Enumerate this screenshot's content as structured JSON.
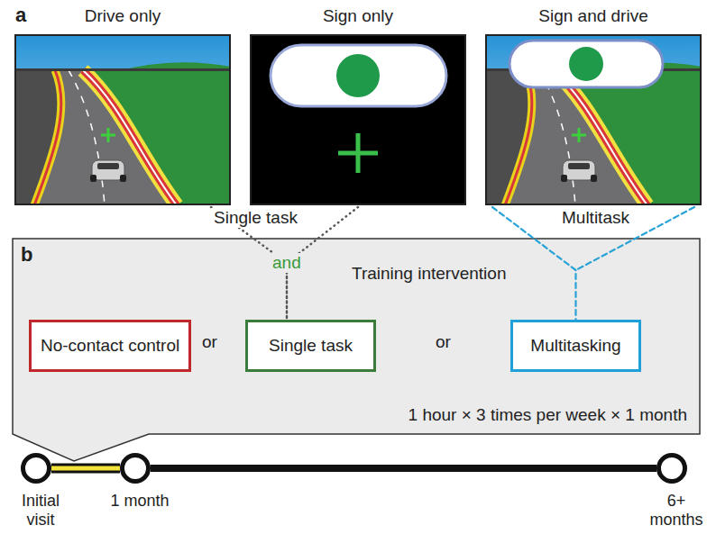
{
  "diagram": {
    "nodes": [
      {
        "text": [
          "Drive only"
        ]
      },
      {
        "text": [
          "Sign only"
        ]
      },
      {
        "text": [
          "Sign and drive"
        ]
      },
      {
        "text": [
          "Training intervention",
          "1 hour × 3 times per week × 1 month"
        ]
      },
      {
        "text": [
          "No-contact control"
        ],
        "in": 3
      },
      {
        "text": [
          "Single task"
        ],
        "in": 3
      },
      {
        "text": [
          "Multitasking"
        ],
        "in": 3
      },
      {
        "text": [
          "Initial visit"
        ]
      },
      {
        "text": [
          "1 month"
        ]
      },
      {
        "text": [
          "6+ months"
        ]
      }
    ],
    "edges": [
      {
        "from": 0,
        "to": 5,
        "arrow": "none"
      },
      {
        "from": 1,
        "to": 5,
        "arrow": "none"
      },
      {
        "from": 2,
        "to": 6,
        "arrow": "none"
      },
      {
        "from": 7,
        "to": 8,
        "arrow": "none"
      },
      {
        "from": 8,
        "to": 9,
        "arrow": "none"
      }
    ],
    "labels": [
      "a",
      "b",
      "Single task",
      "Multitask",
      "and",
      "or",
      "or"
    ]
  }
}
